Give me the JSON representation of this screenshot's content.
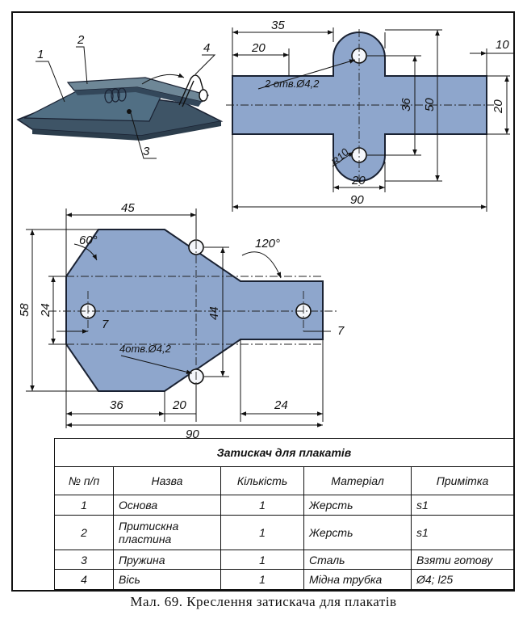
{
  "iso_view": {
    "callouts": [
      "1",
      "2",
      "3",
      "4"
    ],
    "colors": {
      "base": "#3e5466",
      "plate": "#516f84",
      "spring": "#6e8797"
    }
  },
  "top_view": {
    "dims": {
      "d35": "35",
      "d20a": "20",
      "d10": "10",
      "d36": "36",
      "d50": "50",
      "d20b": "20",
      "d20c": "20",
      "d90": "90",
      "r10": "R10",
      "holes": "2 отв.Ø4,2"
    }
  },
  "flat_view": {
    "dims": {
      "d45": "45",
      "a60": "60°",
      "a120": "120°",
      "d58": "58",
      "d24": "24",
      "d44": "44",
      "d7a": "7",
      "d7b": "7",
      "holes": "4отв.Ø4,2",
      "d36": "36",
      "d20": "20",
      "d24b": "24",
      "d90": "90"
    }
  },
  "colors": {
    "plate_fill": "#8ea6cc",
    "plate_stroke": "#1a2233"
  },
  "table": {
    "title": "Затискач для плакатів",
    "headers": [
      "№ п/п",
      "Назва",
      "Кількість",
      "Матеріал",
      "Примітка"
    ],
    "rows": [
      {
        "no": "1",
        "name": "Основа",
        "qty": "1",
        "material": "Жерсть",
        "note": "s1"
      },
      {
        "no": "2",
        "name": "Притискна пластина",
        "qty": "1",
        "material": "Жерсть",
        "note": "s1"
      },
      {
        "no": "3",
        "name": "Пружина",
        "qty": "1",
        "material": "Сталь",
        "note": "Взяти готову"
      },
      {
        "no": "4",
        "name": "Вісь",
        "qty": "1",
        "material": "Мідна трубка",
        "note": "Ø4; l25"
      }
    ]
  },
  "caption": "Мал. 69. Креслення затискача для плакатів"
}
